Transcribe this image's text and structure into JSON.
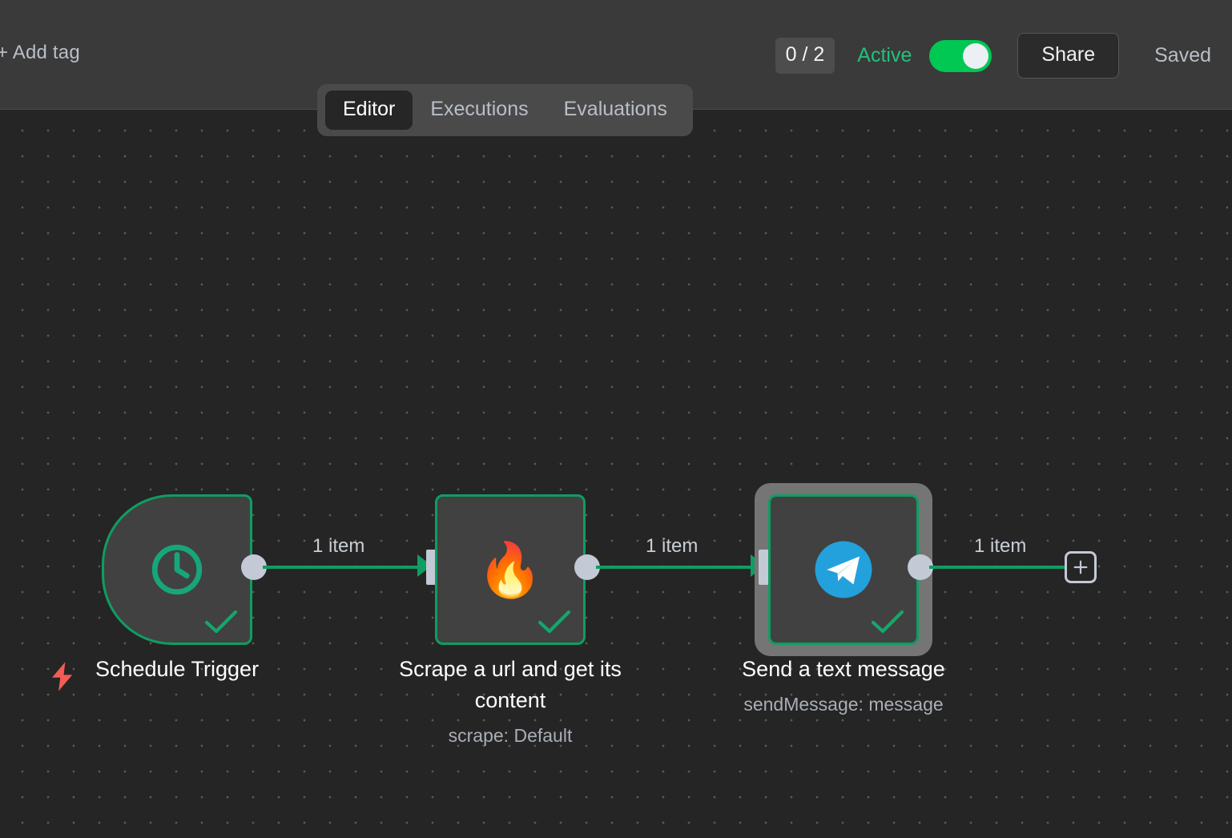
{
  "header": {
    "add_tag_label": "+ Add tag",
    "execution_count": "0 / 2",
    "active_label": "Active",
    "active_toggle_state": "on",
    "share_label": "Share",
    "saved_label": "Saved",
    "accent_green": "#22c07d",
    "toggle_green": "#00c853"
  },
  "tabs": [
    {
      "label": "Editor",
      "active": true
    },
    {
      "label": "Executions",
      "active": false
    },
    {
      "label": "Evaluations",
      "active": false
    }
  ],
  "canvas": {
    "background": "#252525",
    "grid_dot_color": "#5a5a5a",
    "connection_color": "#0f9d63",
    "node_border_color": "#0f9d63",
    "node_body_color": "#414141",
    "port_color": "#c3c9d5",
    "selection_color": "#757575",
    "trigger_bolt_color": "#f25c54",
    "nodes": [
      {
        "name": "Schedule Trigger",
        "subtitle": "",
        "icon": "clock-icon",
        "status": "success",
        "selected": false,
        "is_trigger": true
      },
      {
        "name": "Scrape a url and get its content",
        "subtitle": "scrape: Default",
        "icon": "flame-icon",
        "icon_glyph": "🔥",
        "status": "success",
        "selected": false,
        "is_trigger": false
      },
      {
        "name": "Send a text message",
        "subtitle": "sendMessage: message",
        "icon": "telegram-icon",
        "status": "success",
        "selected": true,
        "is_trigger": false
      }
    ],
    "connections": [
      {
        "label": "1 item",
        "from": "Schedule Trigger",
        "to": "Scrape a url and get its content"
      },
      {
        "label": "1 item",
        "from": "Scrape a url and get its content",
        "to": "Send a text message"
      },
      {
        "label": "1 item",
        "from": "Send a text message",
        "to": "add-node-button"
      }
    ],
    "add_node_button": "+"
  }
}
